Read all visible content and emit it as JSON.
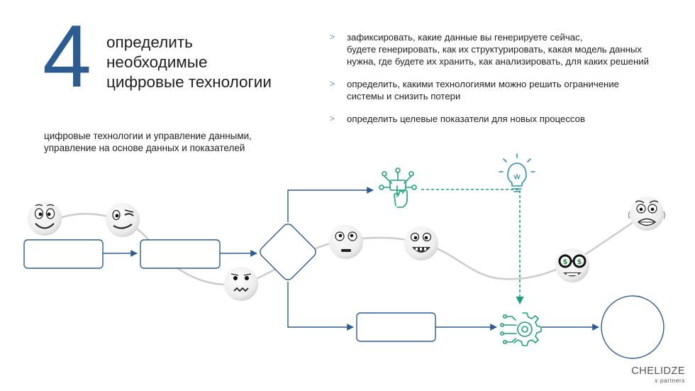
{
  "headline": {
    "number": "4",
    "lines": [
      "определить",
      "необходимые",
      "цифровые технологии"
    ]
  },
  "subtitle": {
    "lines": [
      "цифровые технологии и управление данными,",
      "управление на основе данных и показателей"
    ]
  },
  "bullets": [
    {
      "marker": ">",
      "lines": [
        "зафиксировать, какие данные вы генерируете сейчас,",
        "будете генерировать, как их структурировать, какая модель данных",
        "нужна, где будете их хранить, как анализировать, для каких решений"
      ]
    },
    {
      "marker": ">",
      "lines": [
        "определить, какими технологиями можно решить ограничение",
        "системы и снизить потери"
      ]
    },
    {
      "marker": ">",
      "lines": [
        "определить целевые показатели для новых процессов"
      ]
    }
  ],
  "brand": {
    "name": "CHELIDZE",
    "sub": "x partners"
  },
  "colors": {
    "primary": "#2c5d92",
    "accent_green": "#1aa37a",
    "curve": "#cccccc",
    "bulb": "#2a8fb5"
  },
  "icons": {
    "faces": [
      "happy-face-icon",
      "wink-face-icon",
      "grimace-face-icon",
      "bored-face-icon",
      "grin-face-icon",
      "money-eyes-face-icon",
      "nervous-face-icon"
    ],
    "tech": [
      "touch-circuit-icon",
      "lightbulb-icon",
      "gear-circuit-icon"
    ]
  }
}
